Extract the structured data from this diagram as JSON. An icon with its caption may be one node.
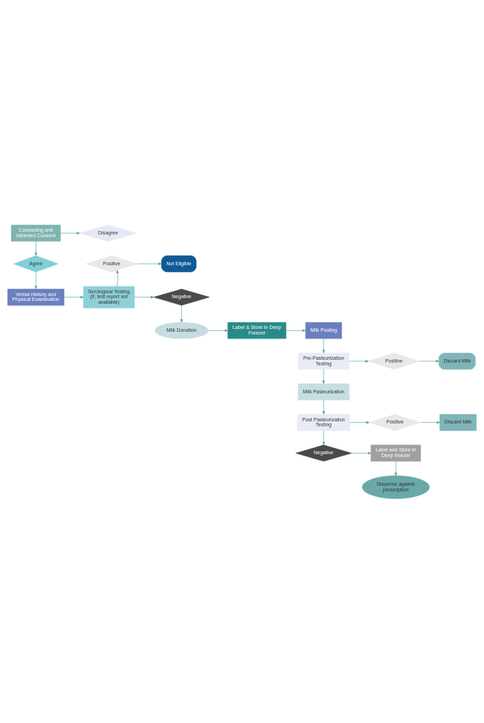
{
  "diagram": {
    "nodes": [
      {
        "text": [
          "Counseling and Informed Consent"
        ]
      },
      {
        "text": [
          "Disagree"
        ]
      },
      {
        "text": [
          "Agree"
        ]
      },
      {
        "text": [
          "Positive"
        ]
      },
      {
        "text": [
          "Not Eligible"
        ]
      },
      {
        "text": [
          "Verbal History and Physical Examination"
        ]
      },
      {
        "text": [
          "Serological Testing (if, test report not available)"
        ]
      },
      {
        "text": [
          "Negative"
        ]
      },
      {
        "text": [
          "Milk Pooling"
        ]
      },
      {
        "text": [
          "Label & Store in Deep Freezer"
        ]
      },
      {
        "text": [
          "Milk Donation"
        ]
      },
      {
        "text": [
          "Pre-Pasteurization Testing"
        ]
      },
      {
        "text": [
          "Positive"
        ]
      },
      {
        "text": [
          "Discard Milk"
        ]
      },
      {
        "text": [
          "Milk Pasteurization"
        ]
      },
      {
        "text": [
          "Post Pasteurization Testing"
        ]
      },
      {
        "text": [
          "Positive"
        ]
      },
      {
        "text": [
          "Discard Milk"
        ]
      },
      {
        "text": [
          "Negative"
        ]
      },
      {
        "text": [
          "Label and Store in Deep freezer"
        ]
      },
      {
        "text": [
          "Dispense against prescription"
        ]
      }
    ],
    "edges": [
      {
        "from": 0,
        "to": 1,
        "arrow": "to"
      },
      {
        "from": 0,
        "to": 2,
        "arrow": "to"
      },
      {
        "from": 2,
        "to": 5,
        "arrow": "to"
      },
      {
        "from": 5,
        "to": 6,
        "arrow": "to"
      },
      {
        "from": 6,
        "to": 3,
        "arrow": "to"
      },
      {
        "from": 3,
        "to": 4,
        "arrow": "to"
      },
      {
        "from": 6,
        "to": 7,
        "arrow": "to"
      },
      {
        "from": 7,
        "to": 10,
        "arrow": "to"
      },
      {
        "from": 10,
        "to": 9,
        "arrow": "to"
      },
      {
        "from": 9,
        "to": 8,
        "arrow": "to"
      },
      {
        "from": 8,
        "to": 11,
        "arrow": "to"
      },
      {
        "from": 11,
        "to": 12,
        "arrow": "to"
      },
      {
        "from": 12,
        "to": 13,
        "arrow": "to"
      },
      {
        "from": 11,
        "to": 14,
        "arrow": "to"
      },
      {
        "from": 14,
        "to": 15,
        "arrow": "to"
      },
      {
        "from": 15,
        "to": 16,
        "arrow": "to"
      },
      {
        "from": 16,
        "to": 17,
        "arrow": "to"
      },
      {
        "from": 15,
        "to": 18,
        "arrow": "to"
      },
      {
        "from": 18,
        "to": 19,
        "arrow": "to"
      },
      {
        "from": 19,
        "to": 20,
        "arrow": "to"
      }
    ]
  }
}
